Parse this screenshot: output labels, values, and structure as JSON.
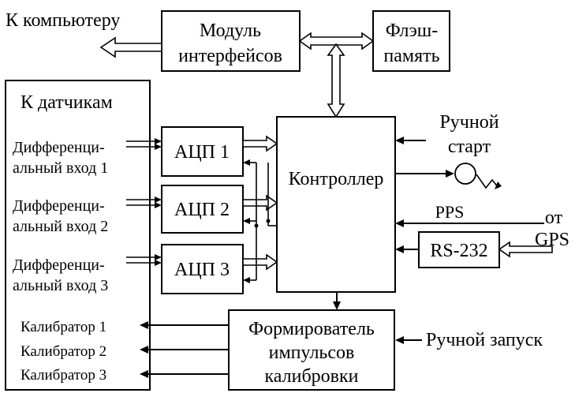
{
  "labels": {
    "to_computer": "К компьютеру",
    "to_sensors": "К датчикам",
    "manual_start_1": "Ручной",
    "manual_start_2": "старт",
    "pps": "PPS",
    "from_gps_1": "от",
    "from_gps_2": "GPS",
    "manual_launch": "Ручной запуск"
  },
  "blocks": {
    "interface_module_1": "Модуль",
    "interface_module_2": "интерфейсов",
    "flash_1": "Флэш-",
    "flash_2": "память",
    "controller": "Контроллер",
    "adc1": "АЦП 1",
    "adc2": "АЦП 2",
    "adc3": "АЦП 3",
    "rs232": "RS-232",
    "former_1": "Формирователь",
    "former_2": "импульсов",
    "former_3": "калибровки"
  },
  "inputs": [
    {
      "line1": "Дифференци-",
      "line2": "альный вход 1"
    },
    {
      "line1": "Дифференци-",
      "line2": "альный вход 2"
    },
    {
      "line1": "Дифференци-",
      "line2": "альный вход 3"
    }
  ],
  "calibrators": [
    "Калибратор 1",
    "Калибратор 2",
    "Калибратор 3"
  ]
}
